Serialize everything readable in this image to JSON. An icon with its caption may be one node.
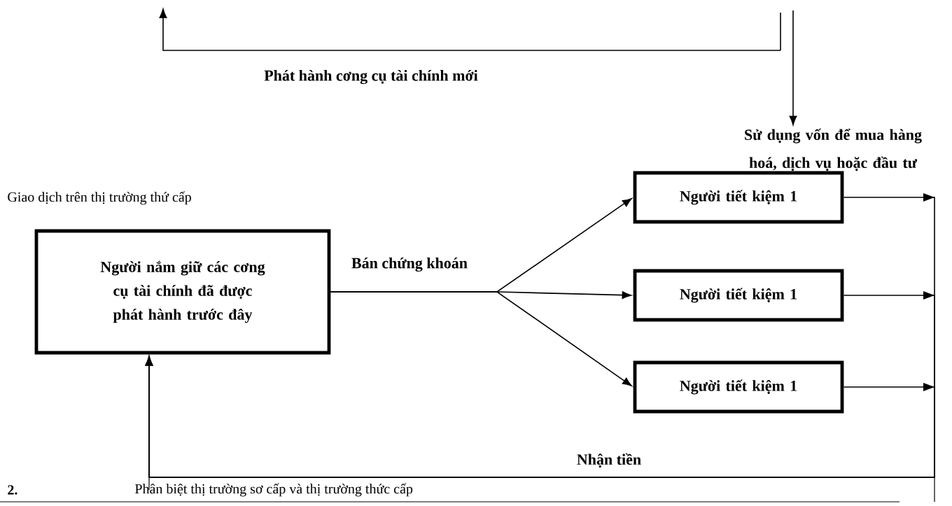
{
  "diagram": {
    "nodes": [
      {
        "text": [
          "Người nắm giữ các cơng cụ tài chính đã được phát hành trước đây"
        ]
      },
      {
        "text": [
          "Người tiết kiệm 1"
        ]
      },
      {
        "text": [
          "Người tiết kiệm 1"
        ]
      },
      {
        "text": [
          "Người tiết kiệm 1"
        ]
      },
      {
        "text": [
          "Sử dụng vốn để mua hàng hoá, dịch vụ hoặc đầu tư"
        ]
      }
    ],
    "edges": [
      {
        "from": 0,
        "to": 1,
        "arrow": "to"
      },
      {
        "from": 0,
        "to": 2,
        "arrow": "to",
        "label": "Bán chứng khoán"
      },
      {
        "from": 0,
        "to": 3,
        "arrow": "to"
      },
      {
        "from": 1,
        "to": 0,
        "arrow": "to"
      },
      {
        "from": 2,
        "to": 0,
        "arrow": "to"
      },
      {
        "from": 3,
        "to": 0,
        "arrow": "to",
        "label": "Nhận tiền"
      },
      {
        "from": null,
        "to": 4,
        "arrow": "to"
      }
    ],
    "labels": [
      "Phát hành cơng cụ tài chính mới",
      "Giao dịch trên thị trường thứ cấp",
      "2.",
      "Phân biệt thị trường sơ cấp và thị trường thức cấp"
    ]
  }
}
